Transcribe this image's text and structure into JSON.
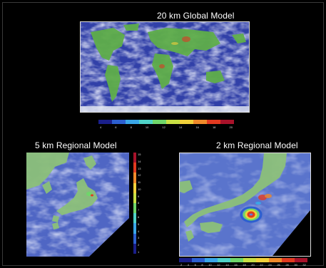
{
  "titles": {
    "global": "20 km Global Model",
    "regional_5km": "5 km Regional Model",
    "regional_2km": "2 km Regional Model"
  },
  "colorbars": {
    "palette": [
      "#1a1f8a",
      "#2c5fd0",
      "#3aa6e8",
      "#4fd3c8",
      "#6fd66a",
      "#c9e044",
      "#f2d13a",
      "#f08a2a",
      "#e23a20",
      "#a8122a"
    ],
    "global_ticks": [
      "4",
      "6",
      "8",
      "10",
      "12",
      "14",
      "16",
      "18",
      "20"
    ],
    "regional_5km_ticks": [
      "1",
      "2",
      "3",
      "4",
      "5",
      "6",
      "7",
      "8",
      "9",
      "10",
      "11",
      "12",
      "13",
      "14",
      "15"
    ],
    "regional_2km_ticks": [
      "2",
      "4",
      "6",
      "8",
      "10",
      "12",
      "14",
      "16",
      "18",
      "20",
      "22",
      "24",
      "26",
      "28",
      "30",
      "32"
    ]
  }
}
